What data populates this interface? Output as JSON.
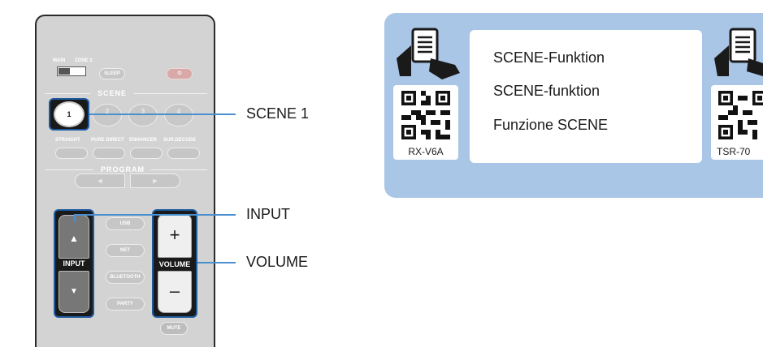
{
  "remote": {
    "main_label": "MAIN",
    "zone2_label": "ZONE 2",
    "sleep_label": "SLEEP",
    "scene_header": "SCENE",
    "scene_buttons": [
      "1",
      "2",
      "3",
      "4"
    ],
    "mode_buttons": [
      "STRAIGHT",
      "PURE DIRECT",
      "ENHANCER",
      "SUR.DECODE"
    ],
    "program_header": "PROGRAM",
    "input_label": "INPUT",
    "source_buttons": [
      "USB",
      "NET",
      "BLUETOOTH",
      "PARTY"
    ],
    "volume_label": "VOLUME",
    "volume_plus": "+",
    "volume_minus": "–",
    "mute_label": "MUTE"
  },
  "callouts": {
    "scene1": "SCENE 1",
    "input": "INPUT",
    "volume": "VOLUME"
  },
  "info_panel": {
    "functions": [
      "SCENE-Funktion",
      "SCENE-funktion",
      "Funzione SCENE"
    ],
    "model_left": "RX-V6A",
    "model_right": "TSR-70"
  },
  "colors": {
    "callout_line": "#4b8fcf",
    "panel_bg": "#a9c6e6",
    "remote_body": "#d3d3d3"
  }
}
